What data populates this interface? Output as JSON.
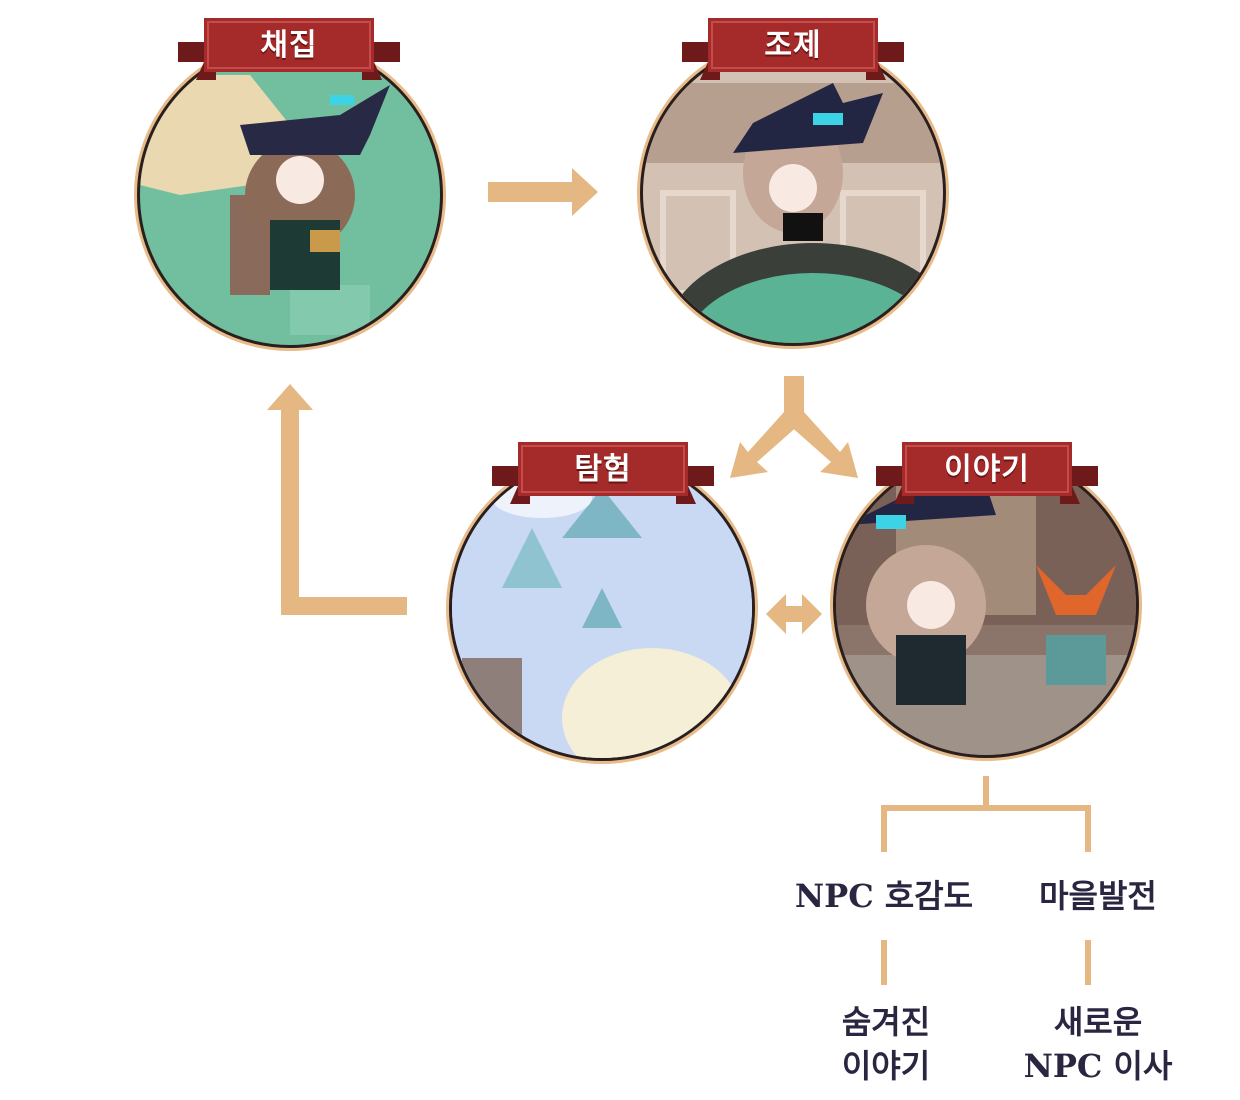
{
  "nodes": {
    "gathering": {
      "label": "채집"
    },
    "crafting": {
      "label": "조제"
    },
    "exploration": {
      "label": "탐험"
    },
    "story": {
      "label": "이야기"
    }
  },
  "branches": {
    "npc_affinity": "NPC 호감도",
    "village_development": "마을발전",
    "hidden_story_line1": "숨겨진",
    "hidden_story_line2": "이야기",
    "new_npc_line1": "새로운",
    "new_npc_line2": "NPC 이사"
  },
  "colors": {
    "arrow": "#e5b783",
    "banner": "#a52a2a",
    "banner_dark": "#6e1a1a",
    "text": "#2a2540",
    "ring": "#e8bb8a"
  }
}
